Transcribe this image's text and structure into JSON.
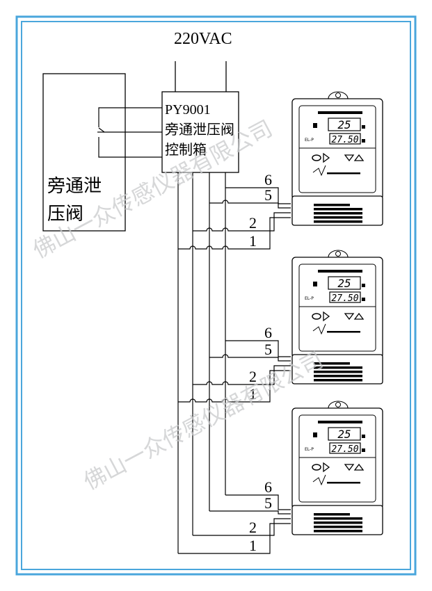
{
  "power_label": "220VAC",
  "controller": {
    "line1": "PY9001",
    "line2": "旁通泄压阀",
    "line3": "控制箱"
  },
  "valve": {
    "line1": "旁通泄",
    "line2": "压阀"
  },
  "wire_labels": {
    "w6": "6",
    "w5": "5",
    "w2": "2",
    "w1": "1"
  },
  "panel": {
    "display_top": "25",
    "display_bottom": "27.50",
    "left_label": "EL-P"
  },
  "watermark": "佛山一众传感仪器有限公司",
  "colors": {
    "frame": "#4aa6dc",
    "line": "#000000",
    "watermark": "#c9cacc"
  }
}
